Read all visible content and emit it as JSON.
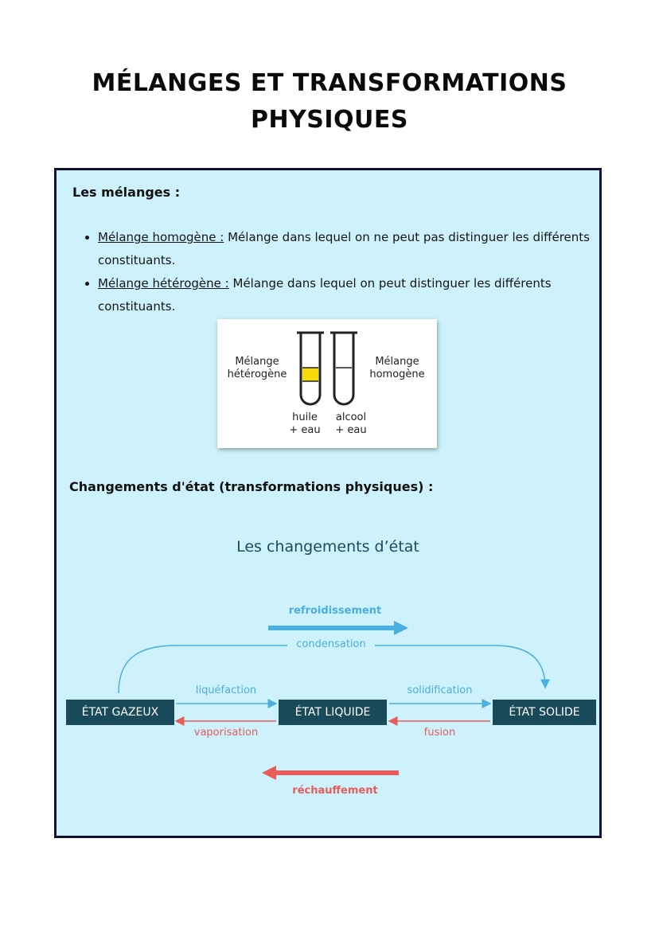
{
  "title": {
    "line1": "Mélanges et transformations",
    "line2": "physiques"
  },
  "mixtures": {
    "heading": "Les mélanges :",
    "items": [
      {
        "term": "Mélange homogène :",
        "definition": " Mélange dans lequel on ne peut pas distinguer les différents constituants."
      },
      {
        "term": "Mélange hétérogène :",
        "definition": " Mélange dans lequel on peut distinguer les différents constituants."
      }
    ],
    "figure": {
      "left_label_1": "Mélange",
      "left_label_2": "hétérogène",
      "right_label_1": "Mélange",
      "right_label_2": "homogène",
      "tube1_label_1": "huile",
      "tube1_label_2": "+ eau",
      "tube2_label_1": "alcool",
      "tube2_label_2": "+ eau",
      "oil_color": "#f5d90a"
    }
  },
  "state_changes": {
    "heading": "Changements d'état (transformations physiques) :",
    "diagram_title": "Les changements d’état",
    "states": {
      "gas": "ÉTAT GAZEUX",
      "liquid": "ÉTAT LIQUIDE",
      "solid": "ÉTAT SOLIDE"
    },
    "transitions": {
      "cooling": "refroidissement",
      "condensation": "condensation",
      "liquefaction": "liquéfaction",
      "solidification": "solidification",
      "vaporisation": "vaporisation",
      "fusion": "fusion",
      "heating": "réchauffement"
    },
    "colors": {
      "box": "#184a5a",
      "cooling": "#4aaee0",
      "heating": "#e85c5c"
    }
  }
}
